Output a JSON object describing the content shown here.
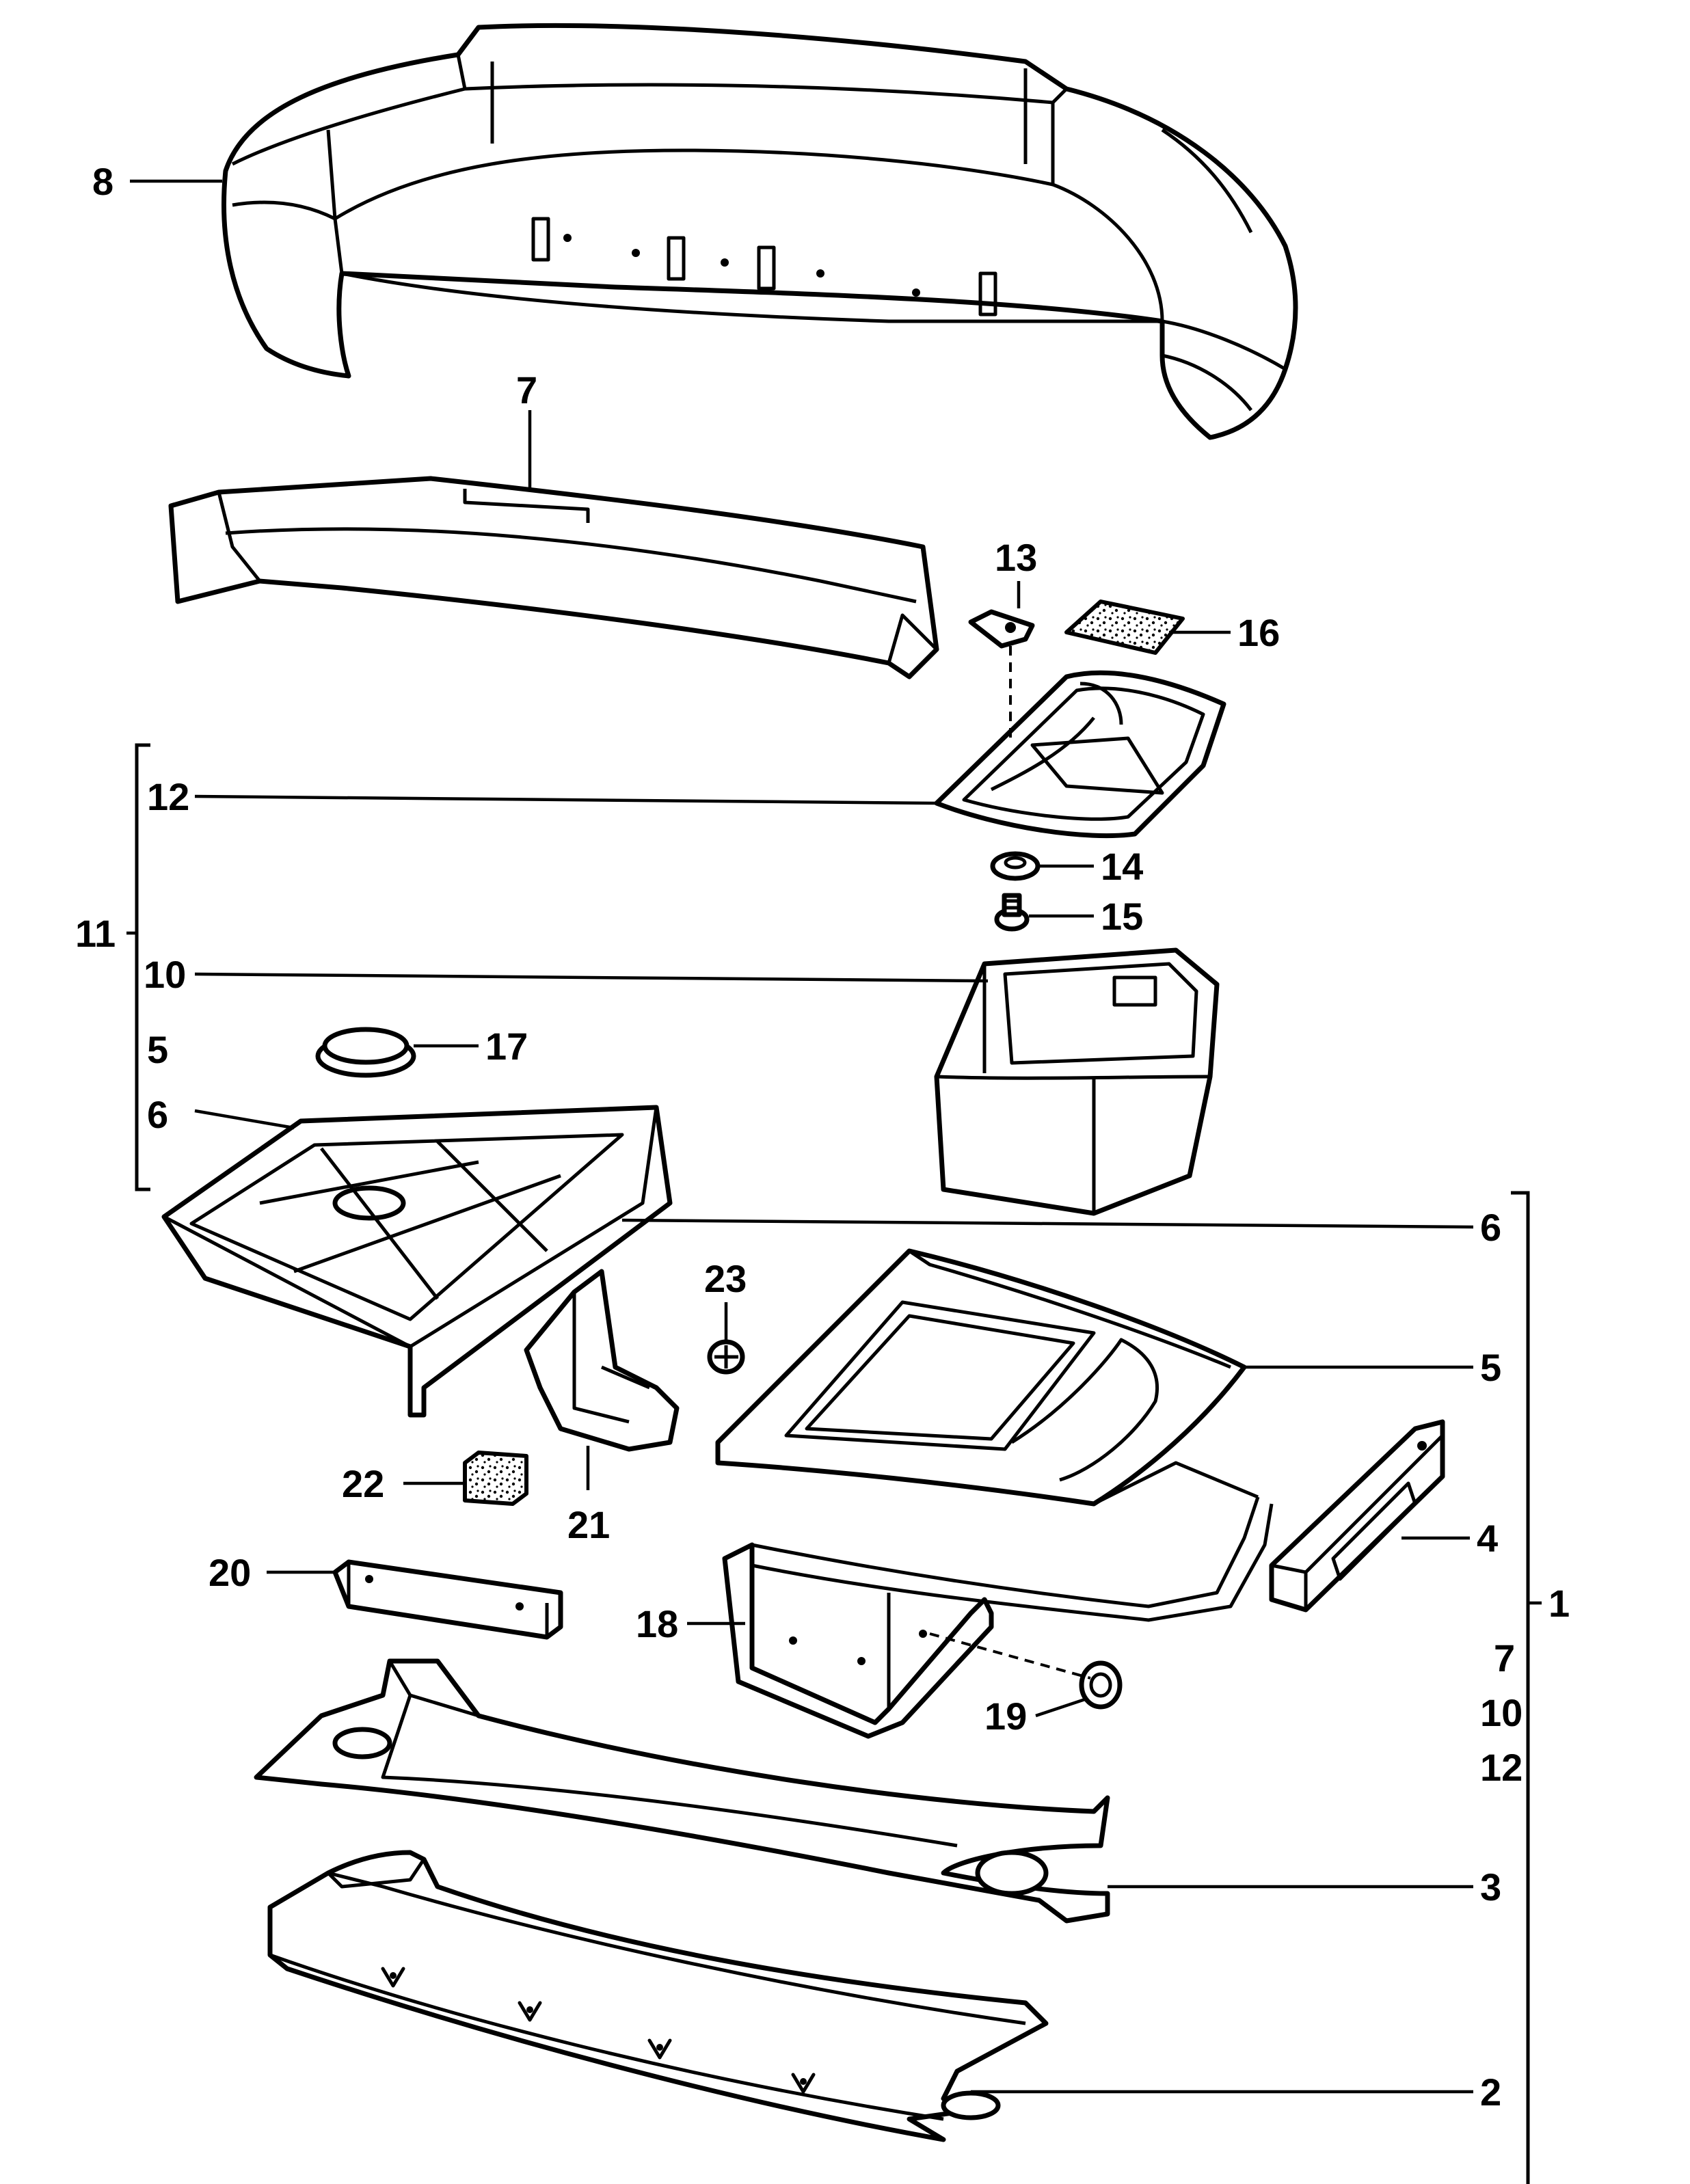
{
  "callouts": {
    "c1": "1",
    "c2": "2",
    "c3": "3",
    "c4": "4",
    "c5": "5",
    "c5b": "5",
    "c6": "6",
    "c6b": "6",
    "c7": "7",
    "c7b": "7",
    "c8": "8",
    "c10": "10",
    "c10b": "10",
    "c11": "11",
    "c12": "12",
    "c12b": "12",
    "c13": "13",
    "c14": "14",
    "c15": "15",
    "c16": "16",
    "c17": "17",
    "c18": "18",
    "c19": "19",
    "c20": "20",
    "c21": "21",
    "c22": "22",
    "c23": "23"
  },
  "colors": {
    "line": "#000000",
    "background": "#ffffff"
  }
}
